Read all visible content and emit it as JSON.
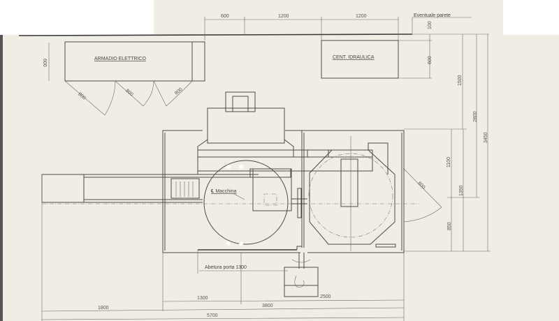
{
  "labels": {
    "armadio": "ARMADIO ELETTRICO",
    "centrale": "CENT. IDRAULICA",
    "parete": "Eventuale parete",
    "asse_macchina": "℄ Macchina",
    "apertura": "Abetura porta 1300"
  },
  "dimensions": {
    "top_600": "600",
    "top_1200_a": "1200",
    "top_1200_b": "1200",
    "right_100": "100",
    "right_600": "600",
    "left_600": "600",
    "door_800_a": "800",
    "door_800_b": "800",
    "door_800_c": "800",
    "door_right_800": "800",
    "v_1500": "1500",
    "v_2800": "2800",
    "v_3450": "3450",
    "v_1100": "1100",
    "v_1350": "1350",
    "v_850": "850",
    "b_1300": "1300",
    "b_2500": "2500",
    "b_1800": "1800",
    "b_3800": "3800",
    "b_5700": "5700"
  },
  "colors": {
    "paper": "#f0eee4",
    "ink": "#4a4a4a"
  }
}
